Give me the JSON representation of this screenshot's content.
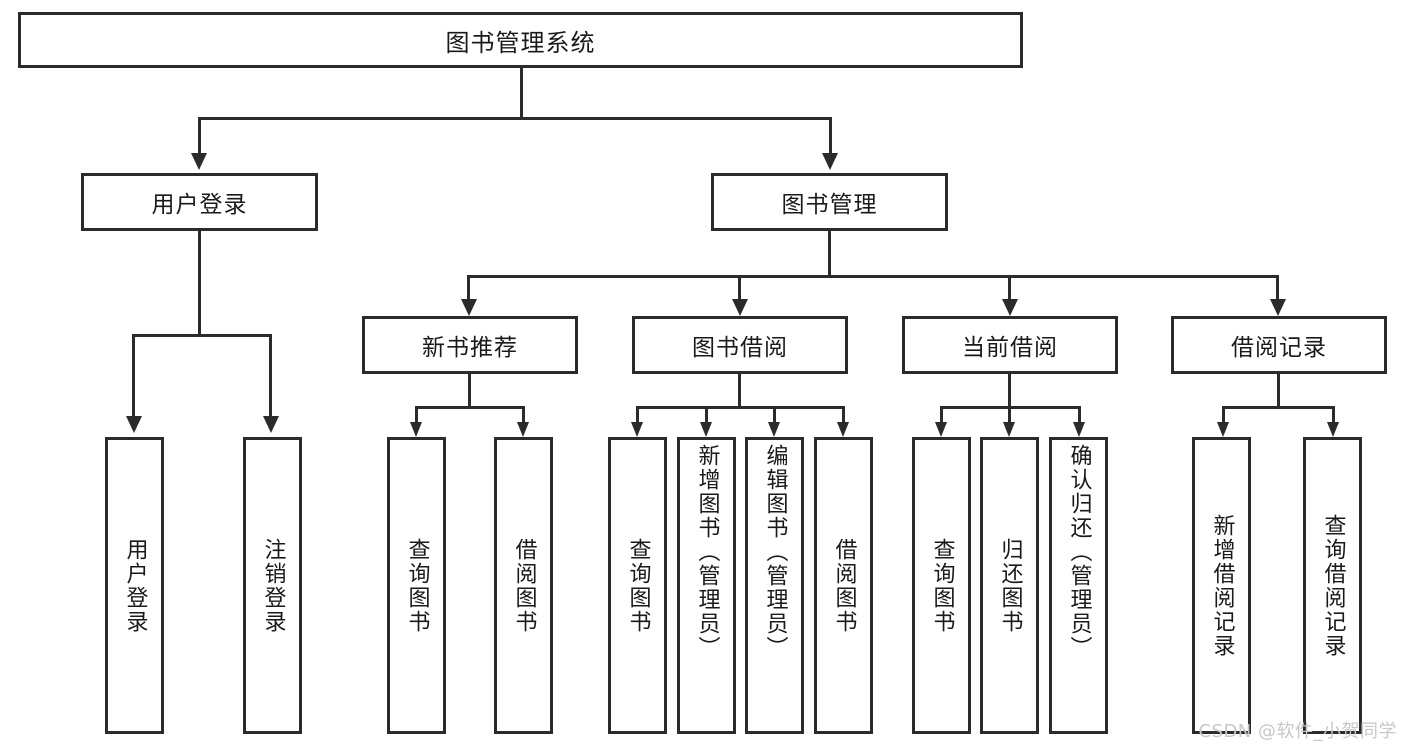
{
  "diagram": {
    "title": "图书管理系统",
    "type": "hierarchy-tree",
    "root": {
      "id": "root",
      "label": "图书管理系统"
    },
    "level2": [
      {
        "id": "user-login",
        "label": "用户登录"
      },
      {
        "id": "book-management",
        "label": "图书管理"
      }
    ],
    "level3": [
      {
        "id": "new-book-recommend",
        "label": "新书推荐"
      },
      {
        "id": "book-borrow",
        "label": "图书借阅"
      },
      {
        "id": "current-borrow",
        "label": "当前借阅"
      },
      {
        "id": "borrow-record",
        "label": "借阅记录"
      }
    ],
    "leaves": {
      "user_login": [
        {
          "id": "leaf-user-login",
          "label": "用户登录"
        },
        {
          "id": "leaf-logout-login",
          "label": "注销登录"
        }
      ],
      "new_book_recommend": [
        {
          "id": "leaf-query-book-1",
          "label": "查询图书"
        },
        {
          "id": "leaf-borrow-book-1",
          "label": "借阅图书"
        }
      ],
      "book_borrow": [
        {
          "id": "leaf-query-book-2",
          "label": "查询图书"
        },
        {
          "id": "leaf-add-book",
          "label": "新增图书（管理员）"
        },
        {
          "id": "leaf-edit-book",
          "label": "编辑图书（管理员）"
        },
        {
          "id": "leaf-borrow-book-2",
          "label": "借阅图书"
        }
      ],
      "current_borrow": [
        {
          "id": "leaf-query-book-3",
          "label": "查询图书"
        },
        {
          "id": "leaf-return-book",
          "label": "归还图书"
        },
        {
          "id": "leaf-confirm-return",
          "label": "确认归还（管理员）"
        }
      ],
      "borrow_record": [
        {
          "id": "leaf-add-record",
          "label": "新增借阅记录"
        },
        {
          "id": "leaf-query-record",
          "label": "查询借阅记录"
        }
      ]
    }
  },
  "watermark": {
    "text": "CSDN @软件_小贺同学"
  },
  "colors": {
    "stroke": "#2b2b2b",
    "fill": "#ffffff",
    "text": "#1a1a1a",
    "watermark": "#c7c7c7"
  }
}
